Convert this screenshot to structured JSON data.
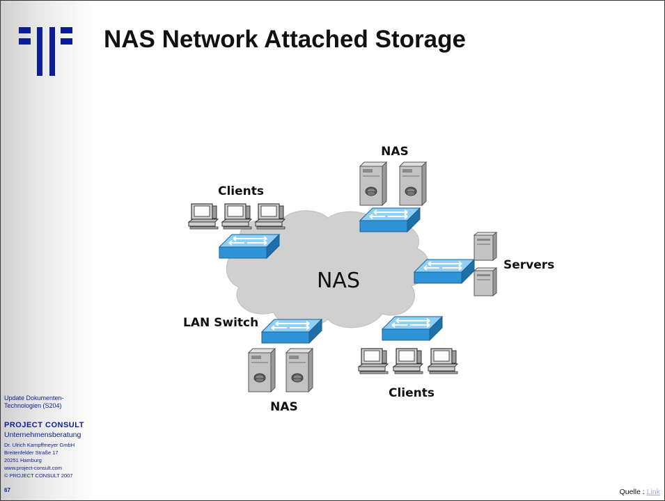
{
  "slide": {
    "title": "NAS Network Attached Storage",
    "page_number": "67"
  },
  "sidebar": {
    "series_line1": "Update Dokumenten-",
    "series_line2": "Technologien (S204)",
    "company": "PROJECT  CONSULT",
    "firm": "Unternehmensberatung",
    "address_lines": [
      "Dr. Ulrich Kampffmeyer  GmbH",
      "Breitenfelder Straße 17",
      "20251 Hamburg",
      "www.project-consult.com",
      "© PROJECT CONSULT  2007"
    ],
    "logo_color": "#0a1e9a"
  },
  "diagram": {
    "center_label": "NAS",
    "labels": {
      "nas_top": "NAS",
      "clients_top": "Clients",
      "servers": "Servers",
      "lan_switch": "LAN Switch",
      "nas_bottom": "NAS",
      "clients_bottom": "Clients"
    },
    "colors": {
      "cloud": "#cfcfcf",
      "switch": "#3fa3e6",
      "device": "#bdbdbd"
    }
  },
  "footer": {
    "source_prefix": "Quelle : ",
    "source_link": "Link"
  }
}
